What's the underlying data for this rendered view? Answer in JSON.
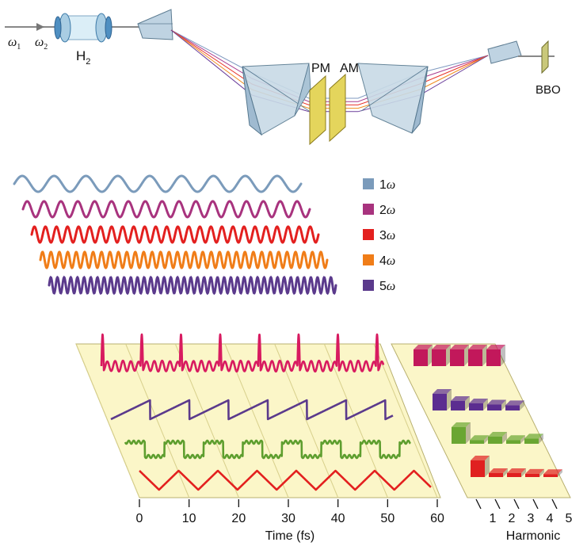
{
  "setup": {
    "input_omega1_symbol": "ω",
    "input_omega1_sub": "1",
    "input_omega2_symbol": "ω",
    "input_omega2_sub": "2",
    "cell_label": "H",
    "cell_label_sub": "2",
    "pm_label": "PM",
    "am_label": "AM",
    "crystal_label": "BBO",
    "beam_colors": [
      "#7f9ac0",
      "#a93c8e",
      "#e8332a",
      "#f08c1e",
      "#6a3d9a"
    ]
  },
  "waves": [
    {
      "legend": "1",
      "symbol": "ω",
      "color": "#7b9bbb",
      "cycles": 9
    },
    {
      "legend": "2",
      "symbol": "ω",
      "color": "#a8337e",
      "cycles": 17
    },
    {
      "legend": "3",
      "symbol": "ω",
      "color": "#e3201f",
      "cycles": 26
    },
    {
      "legend": "4",
      "symbol": "ω",
      "color": "#f07d18",
      "cycles": 34
    },
    {
      "legend": "5",
      "symbol": "ω",
      "color": "#5b3a8c",
      "cycles": 43
    }
  ],
  "synth_traces": [
    {
      "shape": "pulse",
      "color": "#d81b60"
    },
    {
      "shape": "sawtooth",
      "color": "#5b3a8c"
    },
    {
      "shape": "square",
      "color": "#5e9e2e"
    },
    {
      "shape": "triangle",
      "color": "#e3201f"
    }
  ],
  "time_axis": {
    "title": "Time (fs)",
    "ticks": [
      "0",
      "10",
      "20",
      "30",
      "40",
      "50",
      "60"
    ]
  },
  "harmonic_axis": {
    "title": "Harmonic",
    "ticks": [
      "1",
      "2",
      "3",
      "4",
      "5"
    ]
  },
  "harmonic_bars": [
    {
      "color": "#c2185b",
      "heights": [
        1,
        1,
        1,
        1,
        1
      ]
    },
    {
      "color": "#5b2d90",
      "heights": [
        1,
        0.5,
        0.33,
        0.25,
        0.2
      ]
    },
    {
      "color": "#6aa632",
      "heights": [
        1,
        0.1,
        0.33,
        0.1,
        0.2
      ]
    },
    {
      "color": "#e02020",
      "heights": [
        1,
        0.11,
        0.11,
        0.06,
        0.04
      ]
    }
  ],
  "panel_fill": "#fbf6c8"
}
